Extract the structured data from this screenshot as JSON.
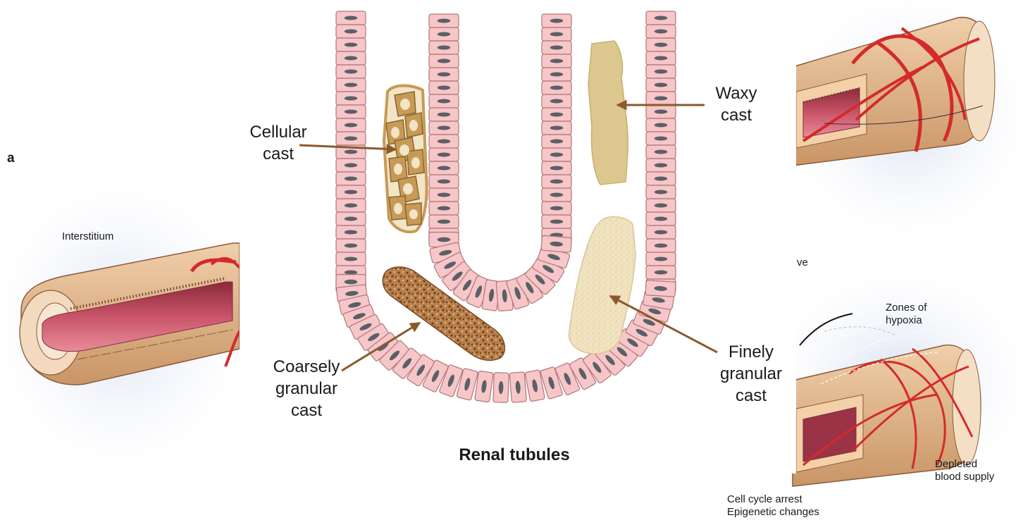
{
  "left_panel": {
    "panel_letter": "a",
    "interstitium_label": "Interstitium"
  },
  "center_panel": {
    "title": "Renal tubules",
    "casts": {
      "cellular": [
        "Cellular",
        "cast"
      ],
      "waxy": [
        "Waxy",
        "cast"
      ],
      "coarse": [
        "Coarsely",
        "granular",
        "cast"
      ],
      "fine": [
        "Finely",
        "granular",
        "cast"
      ]
    }
  },
  "right_panel": {
    "partial_label": "ve",
    "hypoxia": [
      "Zones of",
      "hypoxia"
    ],
    "blood": [
      "Depleted",
      "blood supply"
    ],
    "arrest": [
      "Cell cycle arrest",
      "Epigenetic changes"
    ]
  },
  "colors": {
    "tubule_cell": "#f7c6c9",
    "tubule_outline": "#b07678",
    "nucleus": "#5a6066",
    "arrow": "#8a5a2b",
    "cellular_cast": "#c79a55",
    "waxy_cast": "#dcc88f",
    "coarse_cast": "#b07a4a",
    "fine_cast": "#efe2bf",
    "vessel": "#d42a2a",
    "tubule_wall": "#e2b48f"
  }
}
